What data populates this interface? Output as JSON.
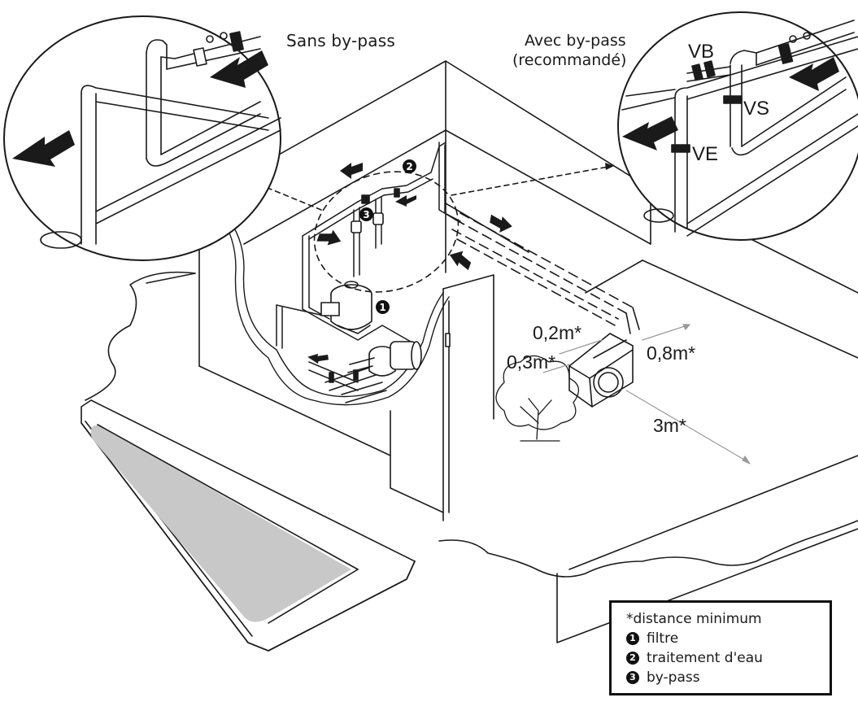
{
  "labels": {
    "sans_bypass": "Sans by-pass",
    "avec_bypass_line1": "Avec by-pass",
    "avec_bypass_line2": "(recommandé)",
    "vb": "VB",
    "vs": "VS",
    "ve": "VE",
    "dist_02": "0,2m*",
    "dist_03": "0,3m*",
    "dist_08": "0,8m*",
    "dist_3": "3m*"
  },
  "markers": {
    "filter": "1",
    "water_treatment": "2",
    "bypass": "3"
  },
  "legend": {
    "note": "*distance minimum",
    "items": [
      {
        "num": "1",
        "label": "filtre"
      },
      {
        "num": "2",
        "label": "traitement d'eau"
      },
      {
        "num": "3",
        "label": "by-pass"
      }
    ]
  },
  "colors": {
    "line": "#1a1a1a",
    "pool_water": "#c8c8c8",
    "dimension": "#9a9a9a"
  }
}
